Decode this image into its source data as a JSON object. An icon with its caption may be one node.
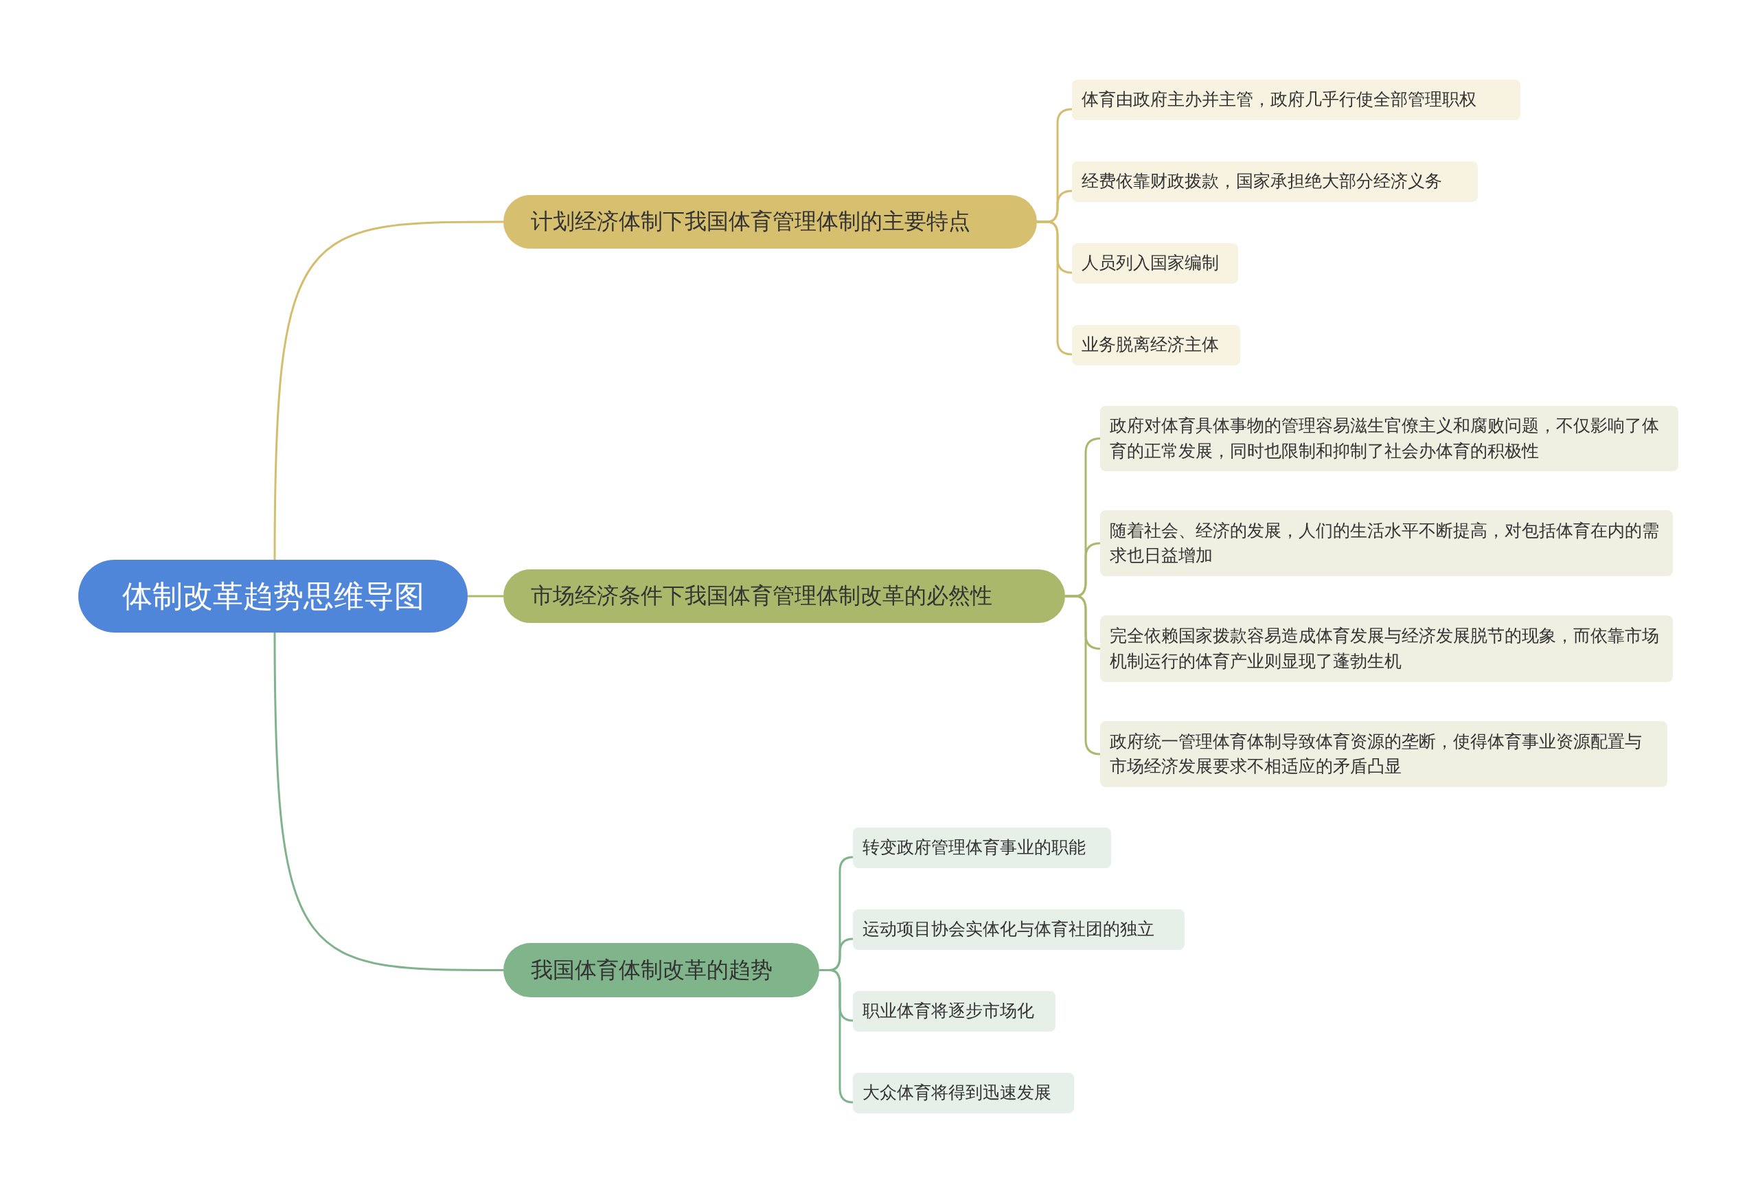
{
  "diagram": {
    "nodes": [
      {
        "text": [
          "体制改革趋势思维导图"
        ]
      },
      {
        "text": [
          "计划经济体制下我国体育管理体制的主要特点"
        ]
      },
      {
        "text": [
          "体育由政府主办并主管，政府几乎行使全部管理职权"
        ]
      },
      {
        "text": [
          "经费依靠财政拨款，国家承担绝大部分经济义务"
        ]
      },
      {
        "text": [
          "人员列入国家编制"
        ]
      },
      {
        "text": [
          "业务脱离经济主体"
        ]
      },
      {
        "text": [
          "市场经济条件下我国体育管理体制改革的必然性"
        ]
      },
      {
        "text": [
          "政府对体育具体事物的管理容易滋生官僚主义和腐败问题，不仅影响了体育的正常发展，同时也限制和抑制了社会办体育的积极性"
        ]
      },
      {
        "text": [
          "随着社会、经济的发展，人们的生活水平不断提高，对包括体育在内的需求也日益增加"
        ]
      },
      {
        "text": [
          "完全依赖国家拨款容易造成体育发展与经济发展脱节的现象，而依靠市场机制运行的体育产业则显现了蓬勃生机"
        ]
      },
      {
        "text": [
          "政府统一管理体育体制导致体育资源的垄断，使得体育事业资源配置与市场经济发展要求不相适应的矛盾凸显"
        ]
      },
      {
        "text": [
          "我国体育体制改革的趋势"
        ]
      },
      {
        "text": [
          "转变政府管理体育事业的职能"
        ]
      },
      {
        "text": [
          "运动项目协会实体化与体育社团的独立"
        ]
      },
      {
        "text": [
          "职业体育将逐步市场化"
        ]
      },
      {
        "text": [
          "大众体育将得到迅速发展"
        ]
      }
    ],
    "edges": [
      {
        "from": 0,
        "to": 1,
        "arrow": "none",
        "color": "#d4bd6c"
      },
      {
        "from": 1,
        "to": 2,
        "arrow": "none",
        "color": "#d4bd6c"
      },
      {
        "from": 1,
        "to": 3,
        "arrow": "none",
        "color": "#d4bd6c"
      },
      {
        "from": 1,
        "to": 4,
        "arrow": "none",
        "color": "#d4bd6c"
      },
      {
        "from": 1,
        "to": 5,
        "arrow": "none",
        "color": "#d4bd6c"
      },
      {
        "from": 0,
        "to": 6,
        "arrow": "none",
        "color": "#abb86c"
      },
      {
        "from": 6,
        "to": 7,
        "arrow": "none",
        "color": "#abb86c"
      },
      {
        "from": 6,
        "to": 8,
        "arrow": "none",
        "color": "#abb86c"
      },
      {
        "from": 6,
        "to": 9,
        "arrow": "none",
        "color": "#abb86c"
      },
      {
        "from": 6,
        "to": 10,
        "arrow": "none",
        "color": "#abb86c"
      },
      {
        "from": 0,
        "to": 11,
        "arrow": "none",
        "color": "#7fb38b"
      },
      {
        "from": 11,
        "to": 12,
        "arrow": "none",
        "color": "#7fb38b"
      },
      {
        "from": 11,
        "to": 13,
        "arrow": "none",
        "color": "#7fb38b"
      },
      {
        "from": 11,
        "to": 14,
        "arrow": "none",
        "color": "#7fb38b"
      },
      {
        "from": 11,
        "to": 15,
        "arrow": "none",
        "color": "#7fb38b"
      }
    ]
  }
}
